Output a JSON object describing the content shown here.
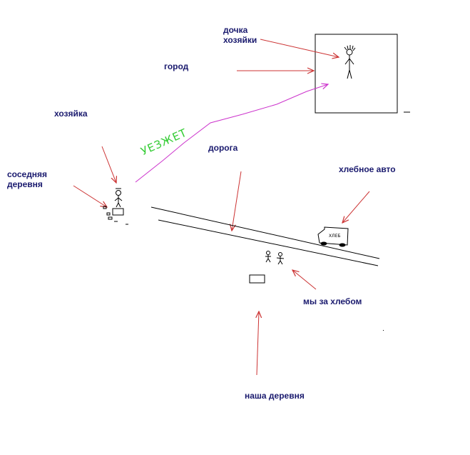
{
  "labels": {
    "daughter": "дочка\nхозяйки",
    "city": "город",
    "owner": "хозяйка",
    "neighbor_village": "соседняя\nдеревня",
    "road": "дорога",
    "bread_car": "хлебное авто",
    "we_for_bread": "мы за хлебом",
    "our_village": "наша деревня",
    "departs": "УЕЗЖЕТ",
    "car_sign": "ХЛЕБ"
  },
  "colors": {
    "label_text": "#1a1a6e",
    "arrow_red": "#cc3333",
    "route_magenta": "#cc33cc",
    "route_text_green": "#33cc33",
    "ink": "#000000"
  }
}
